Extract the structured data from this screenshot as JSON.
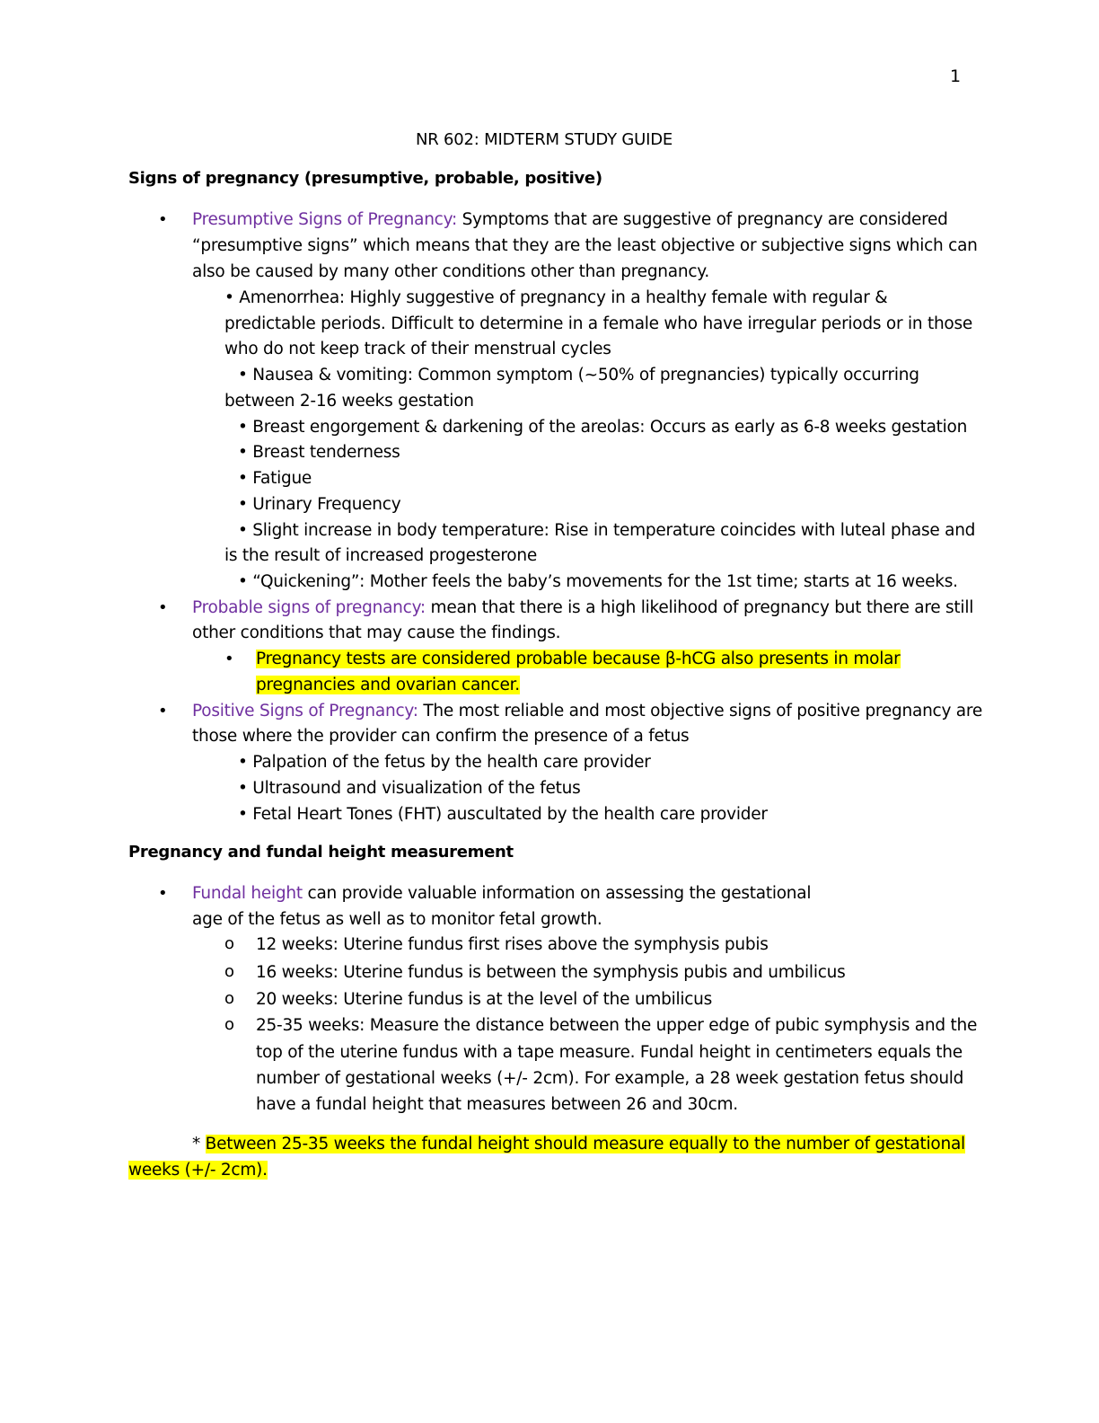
{
  "page_number": "1",
  "title": "NR 602: MIDTERM STUDY GUIDE",
  "section1": {
    "heading": "Signs of pregnancy (presumptive, probable, positive)",
    "presumptive": {
      "term": "Presumptive Signs of Pregnancy:",
      "line1": " Symptoms that are suggestive of pregnancy are considered",
      "line2": "“presumptive signs” which means that they are the least objective or subjective signs which can",
      "line3": "also be caused by many other conditions other than pregnancy.",
      "items": {
        "amenorrhea1": "• Amenorrhea: Highly suggestive of pregnancy in a healthy female with regular &",
        "amenorrhea2": "predictable periods. Difficult to determine in a female who have irregular periods or in those",
        "amenorrhea3": "who do not keep track of their menstrual cycles",
        "nausea1": "• Nausea & vomiting: Common symptom (~50% of pregnancies) typically occurring",
        "nausea2": "between 2-16 weeks gestation",
        "breast": "• Breast engorgement & darkening of the areolas: Occurs as early as 6-8 weeks gestation",
        "tenderness": "• Breast tenderness",
        "fatigue": "• Fatigue",
        "urinary": "• Urinary Frequency",
        "temp1": "• Slight increase in body temperature: Rise in temperature coincides with luteal phase and",
        "temp2": "is the result of increased progesterone",
        "quickening": "• “Quickening”: Mother feels the baby’s movements for the 1st time; starts at 16 weeks."
      }
    },
    "probable": {
      "term": "Probable signs of pregnancy:",
      "line1": "  mean that there is a high likelihood of pregnancy but there are still",
      "line2": "other conditions that may cause the findings.",
      "hl1": "Pregnancy tests are considered probable because β-hCG also presents in molar ",
      "hl2": "pregnancies and ovarian cancer."
    },
    "positive": {
      "term": "Positive Signs of Pregnancy:",
      "line1": " The most reliable and most objective signs of positive pregnancy are",
      "line2": "those where the provider can confirm the presence of a fetus",
      "items": {
        "palpation": "• Palpation of the fetus by the health care provider",
        "ultrasound": "• Ultrasound and visualization of the fetus",
        "fht": "• Fetal Heart Tones (FHT) auscultated by the health care provider"
      }
    }
  },
  "section2": {
    "heading": "Pregnancy and fundal height measurement",
    "fundal": {
      "term": "Fundal height",
      "line1": " can provide valuable information on assessing the gestational",
      "line2": "age of the fetus as well as to monitor fetal growth."
    },
    "weeks": {
      "w12": "12 weeks: Uterine fundus first rises above the symphysis pubis",
      "w16": "16 weeks: Uterine fundus is between the symphysis pubis and umbilicus",
      "w20": "20 weeks: Uterine fundus is at the level of the umbilicus",
      "w25a": "25-35 weeks: Measure the distance between the upper edge of pubic symphysis and the",
      "w25b": "top of the uterine fundus with a tape measure. Fundal height in centimeters equals the",
      "w25c": "number of gestational weeks (+/- 2cm). For example, a 28 week gestation fetus should",
      "w25d": "have a fundal height that measures between 26 and 30cm."
    },
    "note": {
      "star": "* ",
      "hl1": "Between 25-35 weeks the fundal height should measure equally to the number of gestational ",
      "hl2": "weeks (+/- 2cm)."
    }
  },
  "glyphs": {
    "bullet": "•",
    "circle": "o"
  },
  "colors": {
    "term": "#7030a0",
    "highlight": "#ffff00"
  }
}
